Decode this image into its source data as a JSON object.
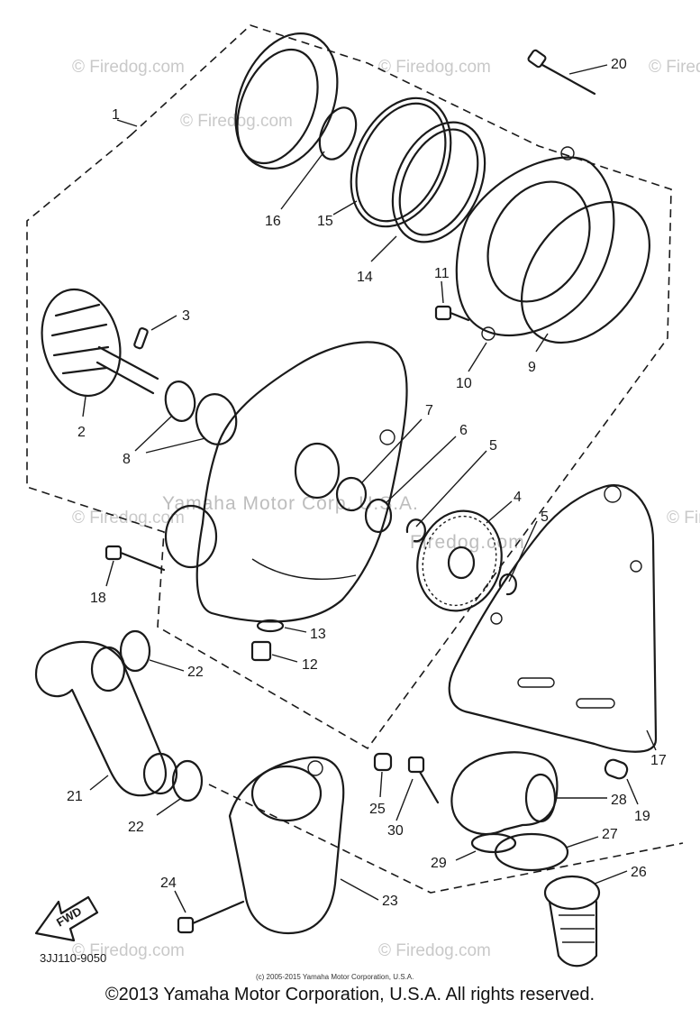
{
  "callouts": [
    "1",
    "2",
    "3",
    "4",
    "5",
    "5",
    "6",
    "7",
    "8",
    "9",
    "10",
    "11",
    "12",
    "13",
    "14",
    "15",
    "16",
    "17",
    "18",
    "19",
    "20",
    "21",
    "22",
    "22",
    "23",
    "24",
    "25",
    "26",
    "27",
    "28",
    "29",
    "30"
  ],
  "watermarks": {
    "site": "© Firedog.com",
    "center": "Yamaha Motor Corp. U.S.A.",
    "center2": "Firedog.com"
  },
  "arrow_label": "FWD",
  "diagram_code": "3JJ110-9050",
  "small_copyright": "(c) 2005-2015 Yamaha Motor Corporation, U.S.A.",
  "copyright": "©2013 Yamaha Motor Corporation, U.S.A. All rights reserved."
}
